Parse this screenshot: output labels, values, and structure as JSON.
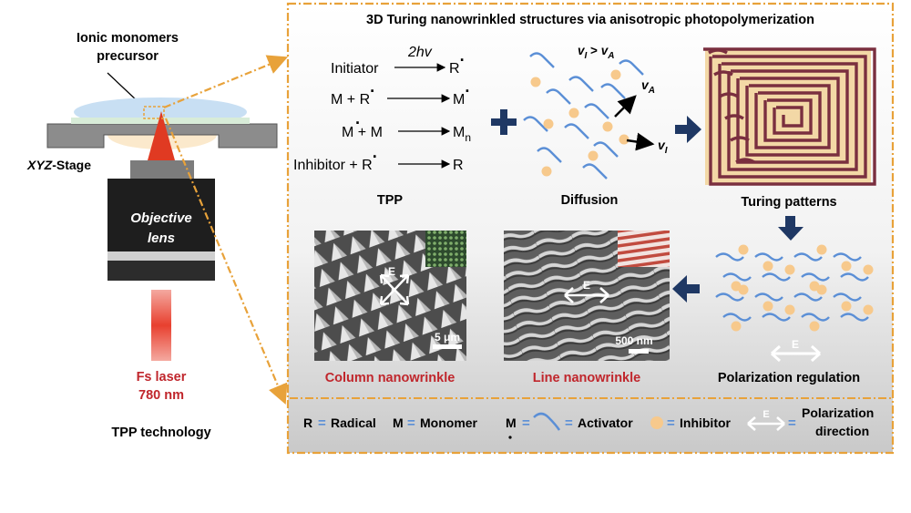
{
  "colors": {
    "frame_orange": "#e8a23a",
    "accent_red": "#c0262c",
    "arrow_navy": "#1f3864",
    "activator_blue": "#5b8fd6",
    "inhibitor_peach": "#f7c98c"
  },
  "setup": {
    "precursor_label_line1": "Ionic monomers",
    "precursor_label_line2": "precursor",
    "stage_label_italic": "XYZ",
    "stage_label_rest": "-Stage",
    "lens_label_line1": "Objective",
    "lens_label_line2": "lens",
    "laser_label_line1": "Fs laser",
    "laser_label_line2": "780 nm",
    "technology_label": "TPP technology"
  },
  "panel": {
    "title": "3D Turing nanowrinkled structures via anisotropic photopolymerization",
    "tpp_label": "TPP",
    "diffusion_label": "Diffusion",
    "turing_label": "Turing patterns",
    "polarization_label": "Polarization regulation",
    "column_label": "Column nanowrinkle",
    "line_label": "Line nanowrinkle",
    "scale_column": "5 μm",
    "scale_line": "500 nm",
    "e_symbol": "E"
  },
  "reactions": {
    "r1_left": "Initiator",
    "r1_energy": "2hv",
    "r1_right": "R",
    "r2_left": "M + R",
    "r2_right": "M",
    "r3_left": "M + M",
    "r3_right": "M",
    "r3_sub": "n",
    "r4_left": "Inhibitor + R",
    "r4_right": "R",
    "radical_dot": "·"
  },
  "diffusion": {
    "speed_relation_v1": "v",
    "speed_relation_sub1": "I",
    "speed_relation_gt": " > ",
    "speed_relation_v2": "v",
    "speed_relation_sub2": "A",
    "vA": "v",
    "vA_sub": "A",
    "vI": "v",
    "vI_sub": "I"
  },
  "legend": {
    "r_symbol": "R",
    "r_eq": "=",
    "r_text": "Radical",
    "m_symbol": "M",
    "m_eq": "=",
    "m_text": "Monomer",
    "mdot_symbol": "M",
    "mdot_eq": "=",
    "activator_eq": "=",
    "activator_text": "Activator",
    "inhibitor_eq": "=",
    "inhibitor_text": "Inhibitor",
    "polar_eq": "=",
    "polar_text_line1": "Polarization",
    "polar_text_line2": "direction"
  }
}
